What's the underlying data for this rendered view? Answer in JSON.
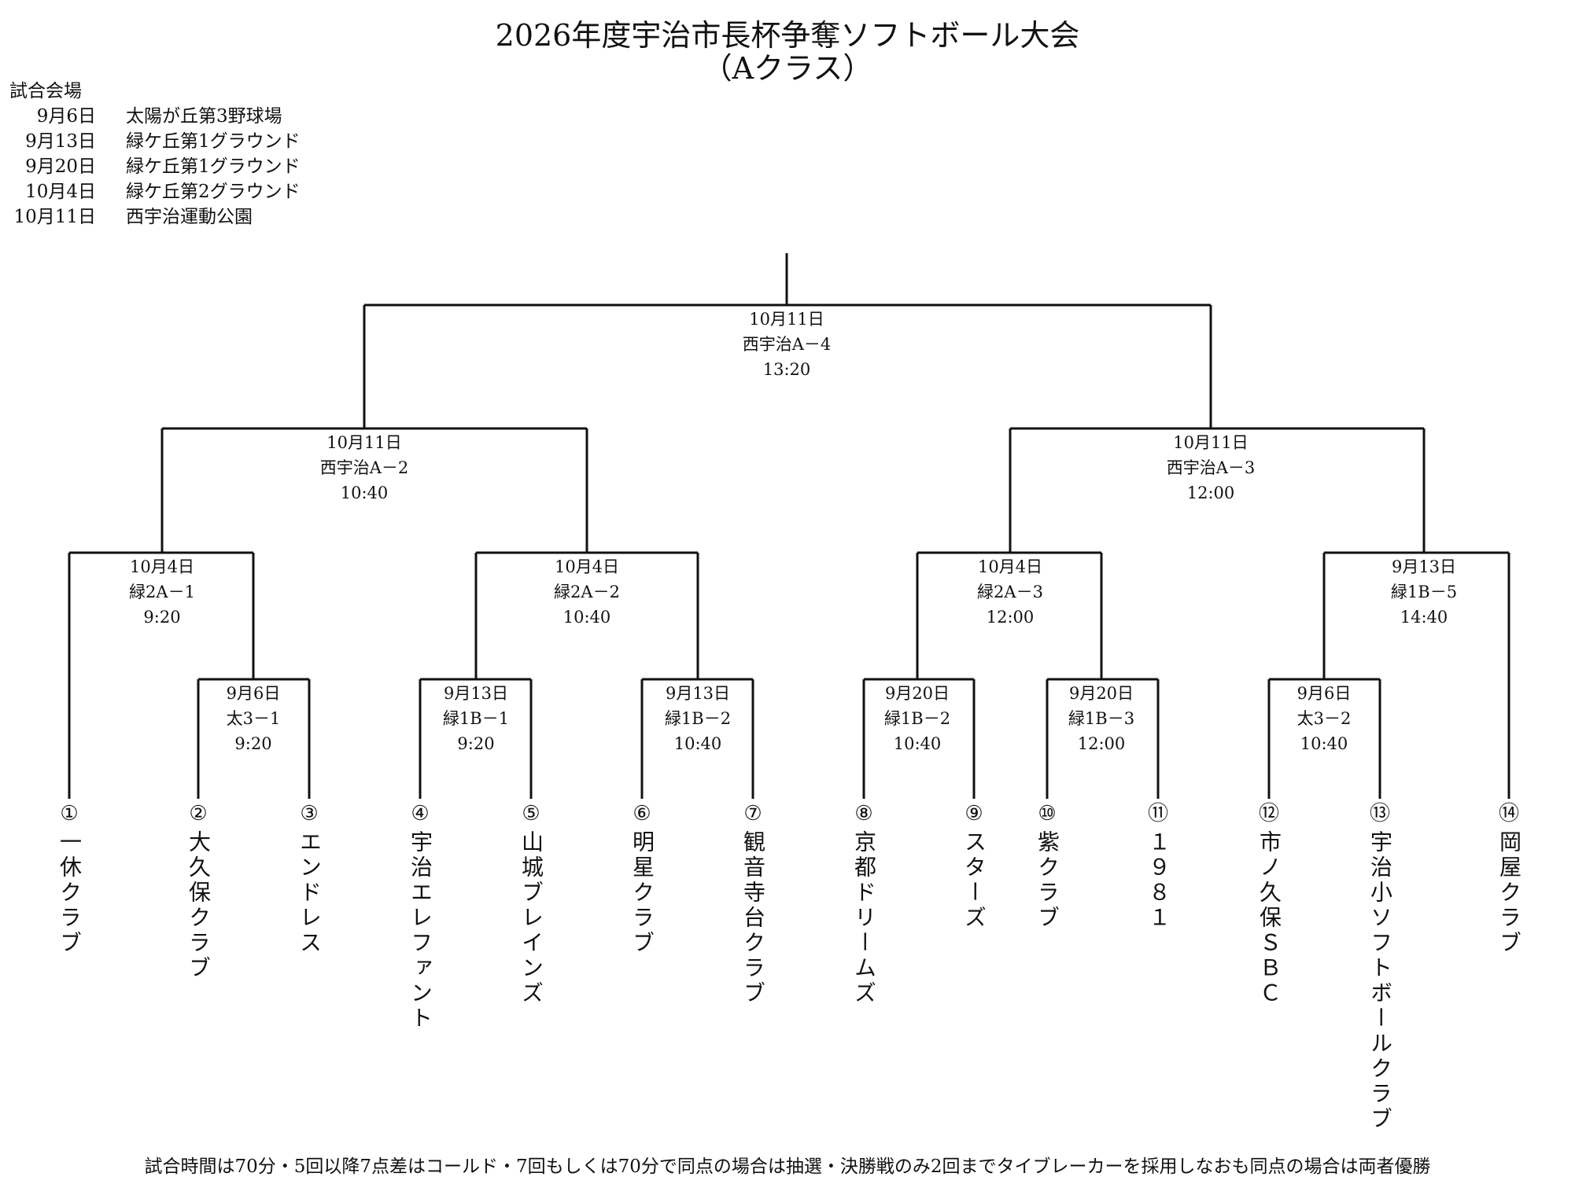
{
  "title": "2026年度宇治市長杯争奪ソフトボール大会",
  "subtitle": "（Aクラス）",
  "venues": {
    "heading": "試合会場",
    "list": [
      {
        "date": "9月6日",
        "name": "太陽が丘第3野球場"
      },
      {
        "date": "9月13日",
        "name": "緑ケ丘第1グラウンド"
      },
      {
        "date": "9月20日",
        "name": "緑ケ丘第1グラウンド"
      },
      {
        "date": "10月4日",
        "name": "緑ケ丘第2グラウンド"
      },
      {
        "date": "10月11日",
        "name": "西宇治運動公園"
      }
    ]
  },
  "matches": {
    "final": {
      "date": "10月11日",
      "code": "西宇治A－4",
      "time": "13:20"
    },
    "semi1": {
      "date": "10月11日",
      "code": "西宇治A－2",
      "time": "10:40"
    },
    "semi2": {
      "date": "10月11日",
      "code": "西宇治A－3",
      "time": "12:00"
    },
    "qf1": {
      "date": "10月4日",
      "code": "緑2A－1",
      "time": "9:20"
    },
    "qf2": {
      "date": "10月4日",
      "code": "緑2A－2",
      "time": "10:40"
    },
    "qf3": {
      "date": "10月4日",
      "code": "緑2A－3",
      "time": "12:00"
    },
    "qf4": {
      "date": "9月13日",
      "code": "緑1B－5",
      "time": "14:40"
    },
    "r1a": {
      "date": "9月6日",
      "code": "太3－1",
      "time": "9:20"
    },
    "r1b": {
      "date": "9月13日",
      "code": "緑1B－1",
      "time": "9:20"
    },
    "r1c": {
      "date": "9月13日",
      "code": "緑1B－2",
      "time": "10:40"
    },
    "r1d": {
      "date": "9月20日",
      "code": "緑1B－2",
      "time": "10:40"
    },
    "r1e": {
      "date": "9月20日",
      "code": "緑1B－3",
      "time": "12:00"
    },
    "r1f": {
      "date": "9月6日",
      "code": "太3－2",
      "time": "10:40"
    }
  },
  "teams": [
    {
      "num": "①",
      "name": "一休クラブ"
    },
    {
      "num": "②",
      "name": "大久保クラブ"
    },
    {
      "num": "③",
      "name": "エンドレス"
    },
    {
      "num": "④",
      "name": "宇治エレファント"
    },
    {
      "num": "⑤",
      "name": "山城ブレインズ"
    },
    {
      "num": "⑥",
      "name": "明星クラブ"
    },
    {
      "num": "⑦",
      "name": "観音寺台クラブ"
    },
    {
      "num": "⑧",
      "name": "京都ドリームズ"
    },
    {
      "num": "⑨",
      "name": "スターズ"
    },
    {
      "num": "⑩",
      "name": "紫クラブ"
    },
    {
      "num": "⑪",
      "name": "１９８１"
    },
    {
      "num": "⑫",
      "name": "市ノ久保ＳＢＣ"
    },
    {
      "num": "⑬",
      "name": "宇治小ソフトボールクラブ"
    },
    {
      "num": "⑭",
      "name": "岡屋クラブ"
    }
  ],
  "footer": "試合時間は70分・5回以降7点差はコールド・7回もしくは70分で同点の場合は抽選・決勝戦のみ2回までタイブレーカーを採用しなおも同点の場合は両者優勝"
}
